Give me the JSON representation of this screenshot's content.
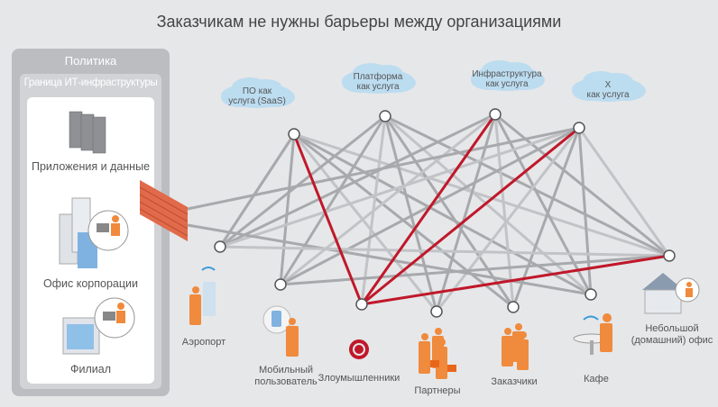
{
  "title": "Заказчикам не нужны барьеры между организациями",
  "policy": {
    "label": "Политика",
    "boundary_label": "Граница ИТ-инфраструктуры",
    "items": [
      {
        "label": "Приложения и данные",
        "icon": "server-rack-icon"
      },
      {
        "label": "Офис корпорации",
        "icon": "corporate-office-icon"
      },
      {
        "label": "Филиал",
        "icon": "branch-office-icon"
      }
    ]
  },
  "clouds": [
    {
      "line1": "ПО как",
      "line2": "услуга (SaaS)"
    },
    {
      "line1": "Платформа",
      "line2": "как услуга"
    },
    {
      "line1": "Инфраструктура",
      "line2": "как услуга"
    },
    {
      "line1": "X",
      "line2": "как услуга"
    }
  ],
  "endpoints": {
    "airport": "Аэропорт",
    "mobile1": "Мобильный",
    "mobile2": "пользователь",
    "attackers": "Злоумышленники",
    "partners": "Партнеры",
    "customers": "Заказчики",
    "cafe": "Кафе",
    "home1": "Небольшой",
    "home2": "(домашний) офис"
  },
  "colors": {
    "threat": "#c0182a",
    "link": "#a8a9ac",
    "person": "#f08a3c",
    "cloud": "#bcdcf0"
  }
}
